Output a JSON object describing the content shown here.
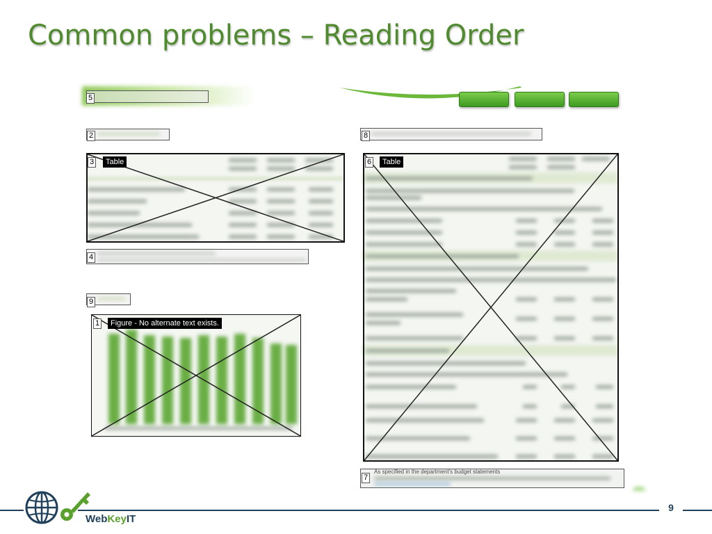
{
  "slide": {
    "title": "Common problems – Reading Order",
    "page_number": "9"
  },
  "tags": {
    "t1": "1",
    "t2": "2",
    "t3": "3",
    "t4": "4",
    "t5": "5",
    "t6": "6",
    "t7": "7",
    "t8": "8",
    "t9": "9"
  },
  "tooltips": {
    "table_left": "Table",
    "table_right": "Table",
    "figure": "Figure - No alternate text exists."
  },
  "document_snippet": "As specified in the department's budget statements",
  "logo": {
    "brand_web": "Web",
    "brand_key": "Key",
    "brand_it": "IT"
  },
  "colors": {
    "title_green": "#4f8a2e",
    "chart_green": "#6aae45",
    "footer_navy": "#1f3f5a",
    "brand_green": "#5aa02c"
  }
}
